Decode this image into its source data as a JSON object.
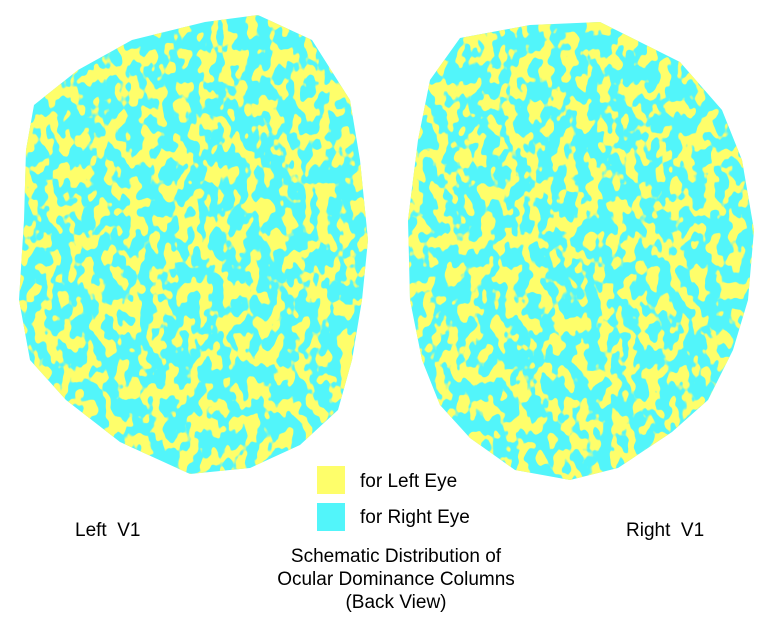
{
  "colors": {
    "left_eye": "#fefe6a",
    "right_eye": "#52f5fa",
    "background": "#ffffff"
  },
  "legend": {
    "left_eye_label": "for Left Eye",
    "right_eye_label": "for Right Eye"
  },
  "labels": {
    "left_v1": "Left  V1",
    "right_v1": "Right  V1"
  },
  "caption": {
    "line1": "Schematic Distribution of",
    "line2": "Ocular Dominance Columns",
    "line3": "(Back View)"
  }
}
